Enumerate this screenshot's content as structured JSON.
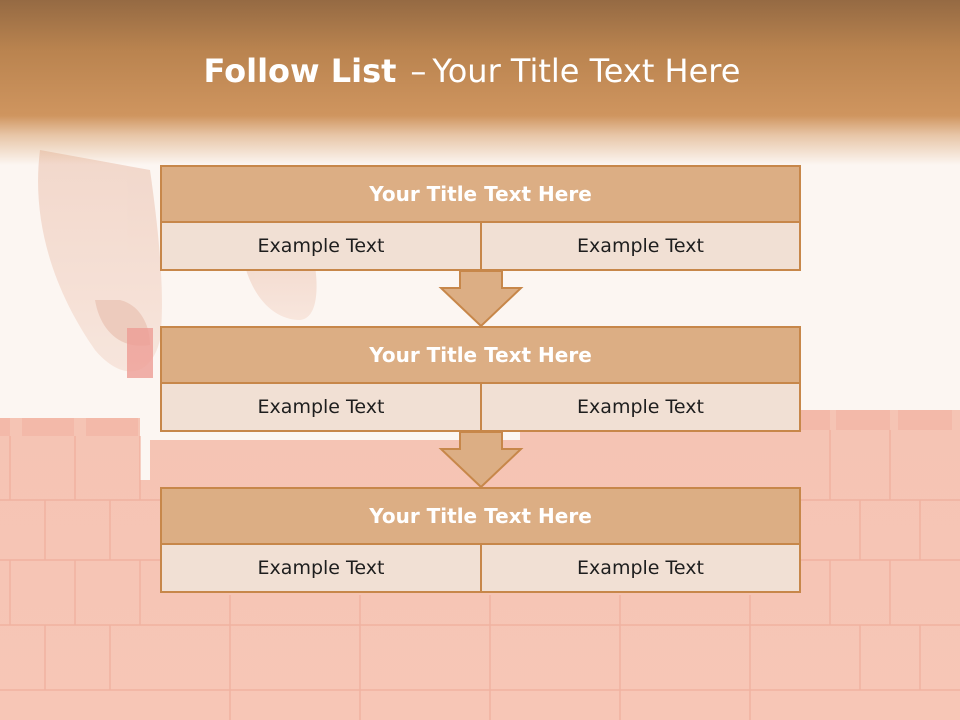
{
  "slide": {
    "title_strong": "Follow List",
    "title_dash": "–",
    "title_rest": "Your Title Text Here"
  },
  "blocks": [
    {
      "title": "Your Title Text Here",
      "left": "Example Text",
      "right": "Example Text"
    },
    {
      "title": "Your Title Text Here",
      "left": "Example Text",
      "right": "Example Text"
    },
    {
      "title": "Your Title Text Here",
      "left": "Example Text",
      "right": "Example Text"
    }
  ],
  "colors": {
    "header": "#b9834f",
    "block_title_fill": "#dcae84",
    "block_border": "#c7874a",
    "cell_fill": "#f1e0d4",
    "bricks": "#f2b8a6"
  }
}
